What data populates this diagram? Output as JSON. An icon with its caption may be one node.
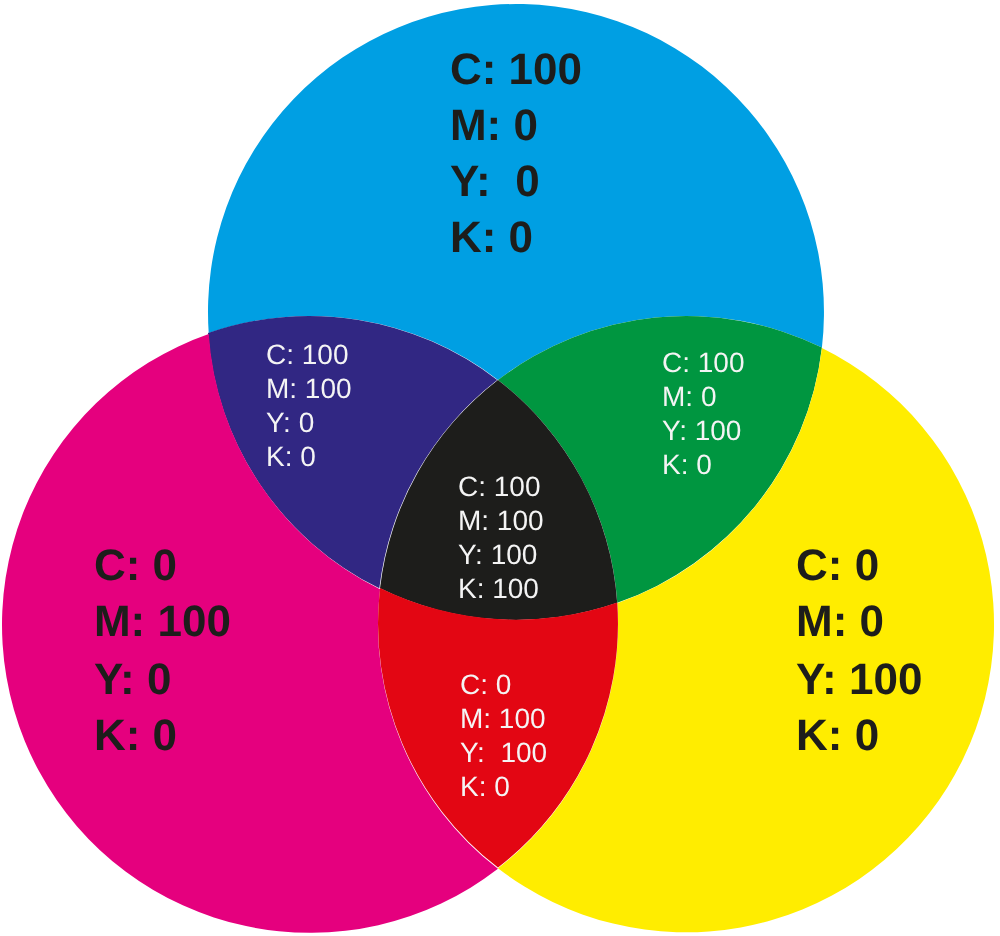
{
  "diagram": {
    "nodes": [
      {
        "text": [
          "C: 100",
          "M: 0",
          "Y:  0",
          "K: 0"
        ]
      },
      {
        "text": [
          "C: 100",
          "M: 100",
          "Y: 0",
          "K: 0"
        ]
      },
      {
        "text": [
          "C: 100",
          "M: 0",
          "Y: 100",
          "K: 0"
        ]
      },
      {
        "text": [
          "C: 100",
          "M: 100",
          "Y: 100",
          "K: 100"
        ]
      },
      {
        "text": [
          "C: 0",
          "M: 100",
          "Y: 0",
          "K: 0"
        ]
      },
      {
        "text": [
          "C: 0",
          "M: 0",
          "Y: 100",
          "K: 0"
        ]
      },
      {
        "text": [
          "C: 0",
          "M: 100",
          "Y:  100",
          "K: 0"
        ]
      }
    ]
  }
}
